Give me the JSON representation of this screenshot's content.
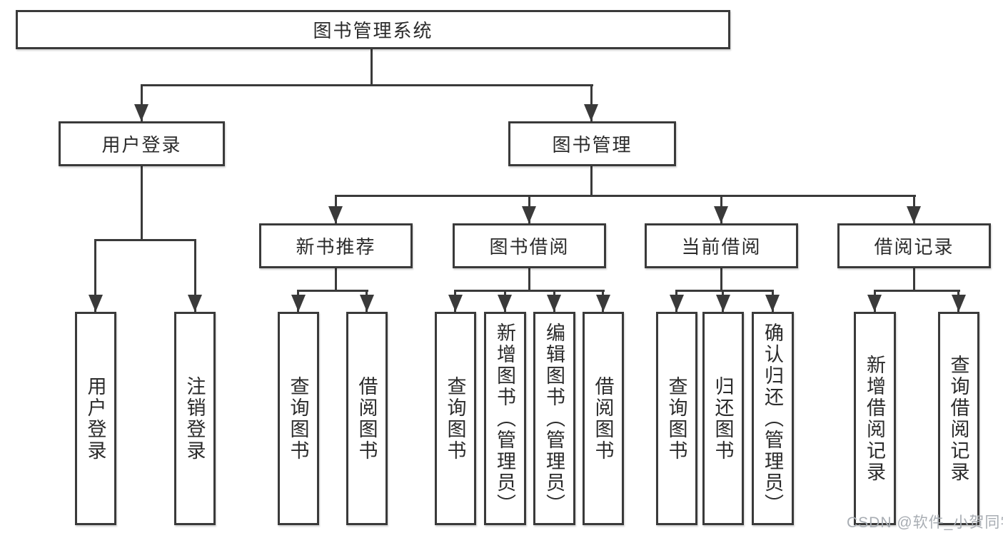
{
  "diagram_type": "hierarchy-tree",
  "tree": {
    "root": {
      "label": "图书管理系统",
      "children": [
        {
          "label": "用户登录",
          "children": [
            {
              "label": "用户登录"
            },
            {
              "label": "注销登录"
            }
          ]
        },
        {
          "label": "图书管理",
          "children": [
            {
              "label": "新书推荐",
              "children": [
                {
                  "label": "查询图书"
                },
                {
                  "label": "借阅图书"
                }
              ]
            },
            {
              "label": "图书借阅",
              "children": [
                {
                  "label": "查询图书"
                },
                {
                  "label": "新增图书（管理员）"
                },
                {
                  "label": "编辑图书（管理员）"
                },
                {
                  "label": "借阅图书"
                }
              ]
            },
            {
              "label": "当前借阅",
              "children": [
                {
                  "label": "查询图书"
                },
                {
                  "label": "归还图书"
                },
                {
                  "label": "确认归还（管理员）"
                }
              ]
            },
            {
              "label": "借阅记录",
              "children": [
                {
                  "label": "新增借阅记录"
                },
                {
                  "label": "查询借阅记录"
                }
              ]
            }
          ]
        }
      ]
    }
  },
  "watermark": {
    "text": "CSDN @软件_小贺同学"
  },
  "colors": {
    "line": "#3a3a3a",
    "text": "#2b2b2b",
    "background": "#ffffff",
    "watermark": "#a8adb3"
  }
}
